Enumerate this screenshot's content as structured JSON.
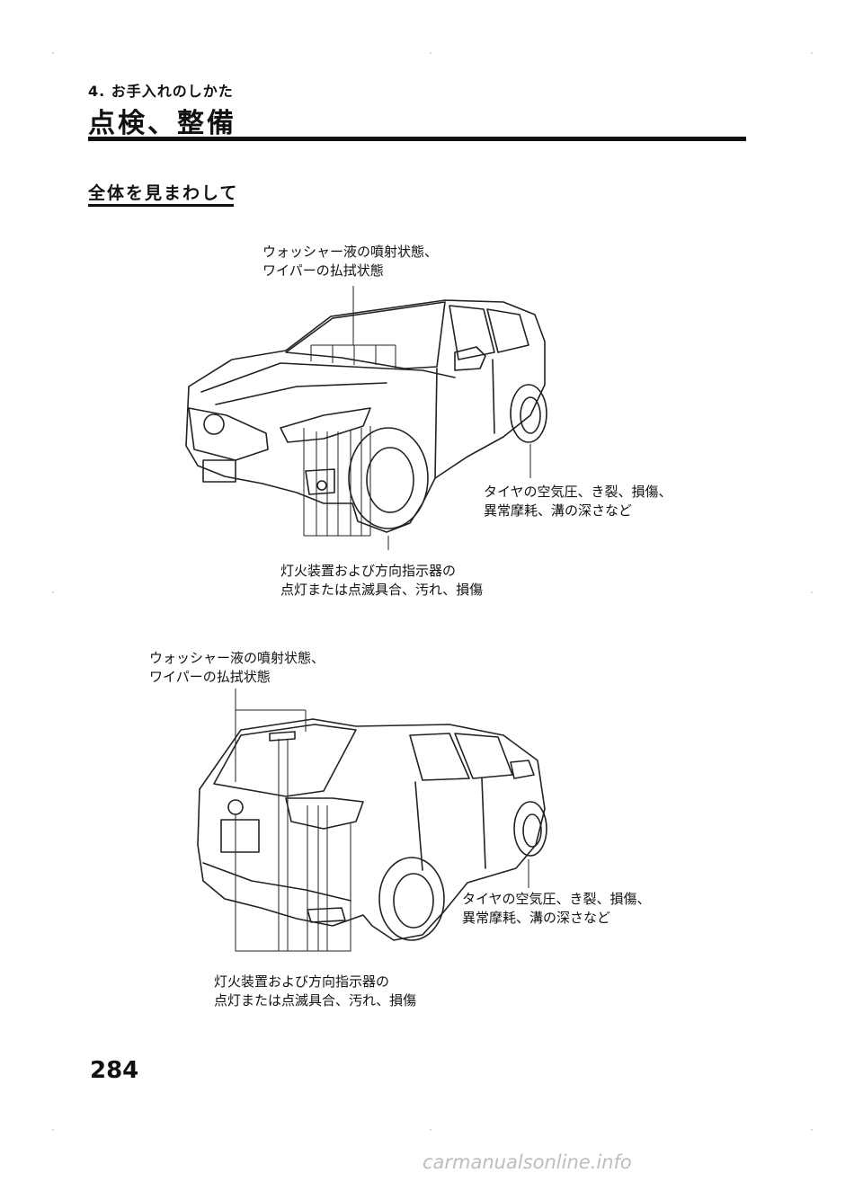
{
  "header": {
    "chapter": "4. お手入れのしかた",
    "title": "点検、整備"
  },
  "section": {
    "heading": "全体を見まわして"
  },
  "front_view": {
    "washer": [
      "ウォッシャー液の噴射状態、",
      "ワイパーの払拭状態"
    ],
    "tire": [
      "タイヤの空気圧、き裂、損傷、",
      "異常摩耗、溝の深さなど"
    ],
    "lights": [
      "灯火装置および方向指示器の",
      "点灯または点滅具合、汚れ、損傷"
    ]
  },
  "rear_view": {
    "washer": [
      "ウォッシャー液の噴射状態、",
      "ワイパーの払拭状態"
    ],
    "tire": [
      "タイヤの空気圧、き裂、損傷、",
      "異常摩耗、溝の深さなど"
    ],
    "lights": [
      "灯火装置および方向指示器の",
      "点灯または点滅具合、汚れ、損傷"
    ]
  },
  "footer": {
    "page_number": "284",
    "watermark": "carmanualsonline.info"
  }
}
